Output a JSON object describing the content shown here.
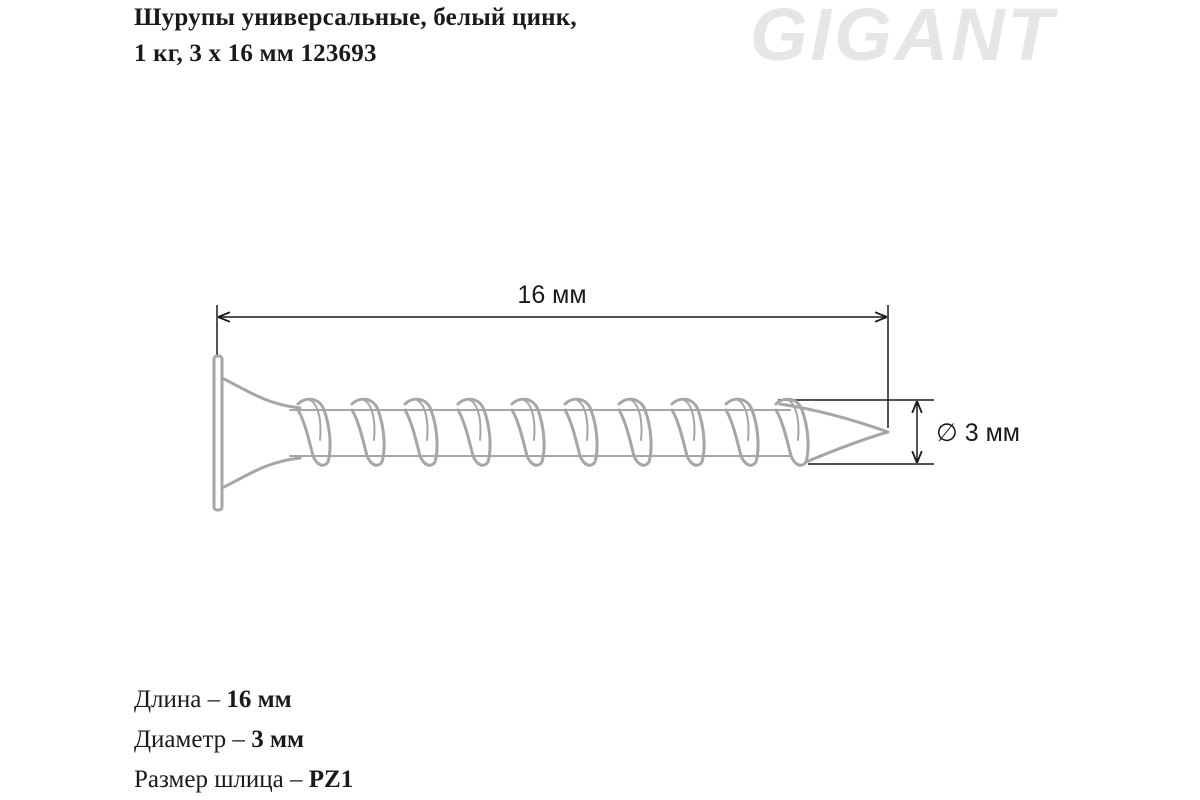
{
  "header": {
    "title_line1": "Шурупы универсальные, белый цинк,",
    "title_line2": "1 кг, 3 х 16 мм 123693",
    "brand_logo": "GIGANT"
  },
  "drawing": {
    "length_label": "16 мм",
    "diameter_label": "∅ 3 мм"
  },
  "specs": [
    {
      "label": "Длина – ",
      "value": "16 мм"
    },
    {
      "label": "Диаметр – ",
      "value": "3 мм"
    },
    {
      "label": "Размер шлица – ",
      "value": "PZ1"
    }
  ],
  "colors": {
    "line": "#1a1a1a",
    "screw": "#a6a6a6",
    "logo": "#e6e6e6"
  }
}
